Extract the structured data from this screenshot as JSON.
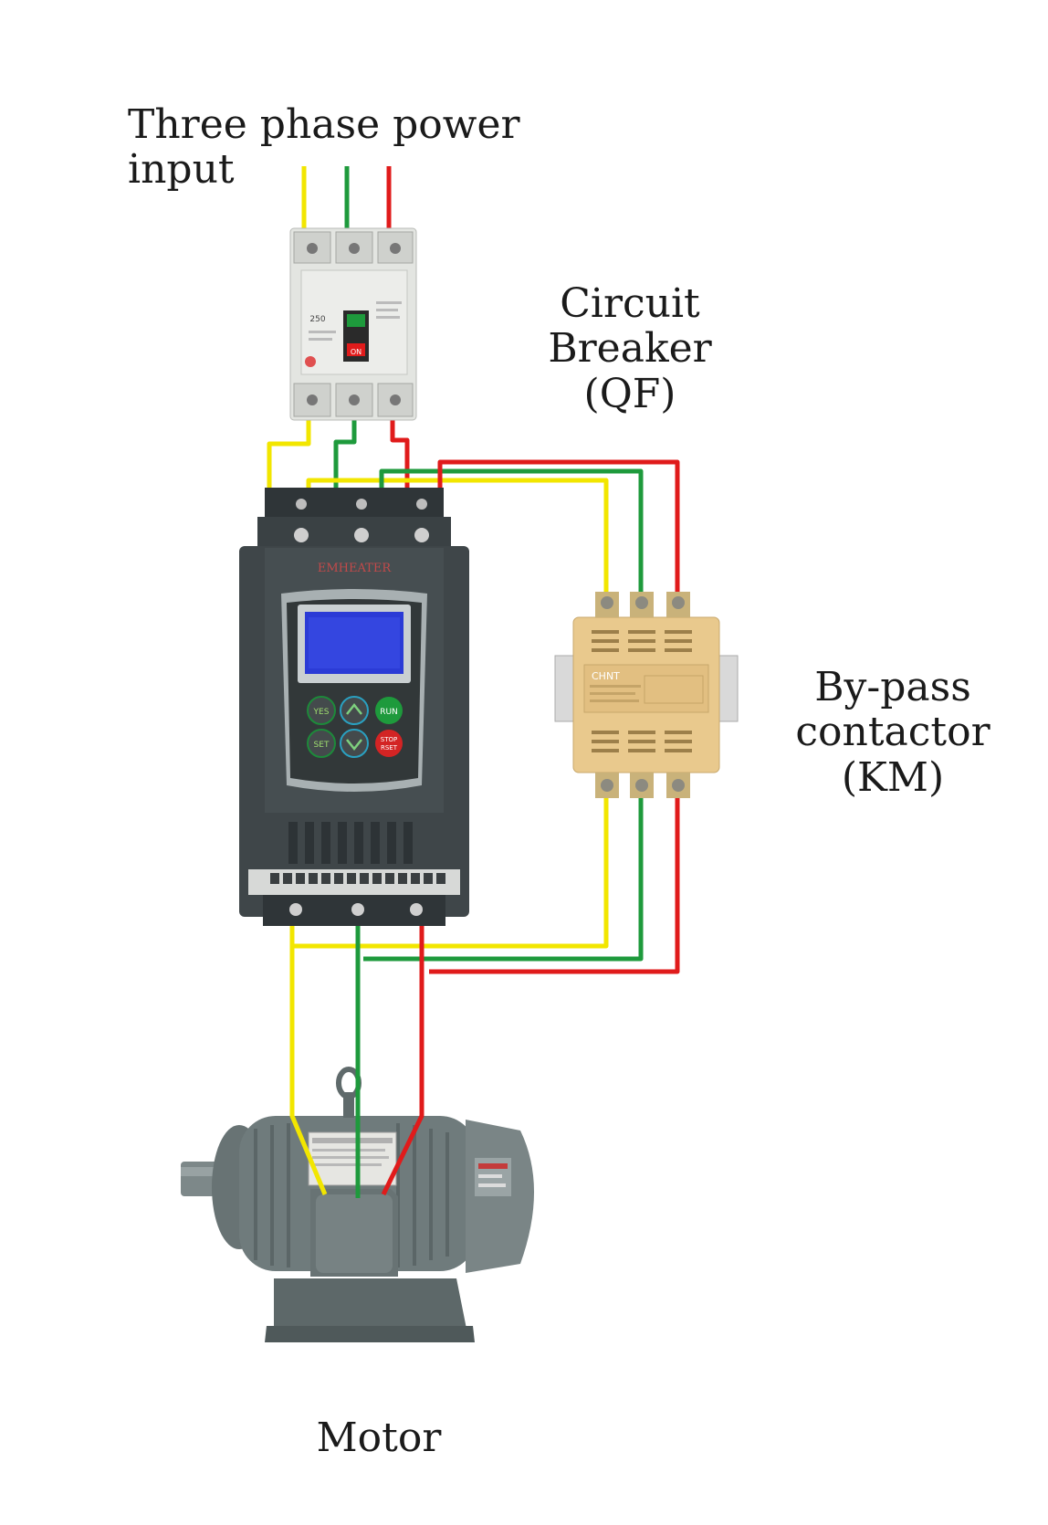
{
  "labels": {
    "title": "Three phase power input",
    "breaker_line1": "Circuit Breaker",
    "breaker_line2": "(QF)",
    "contactor_line1": "By-pass",
    "contactor_line2": "contactor",
    "contactor_line3": "(KM)",
    "motor": "Motor"
  },
  "device_text": {
    "starter_brand": "EMHEATER",
    "key_yes": "YES",
    "key_run": "RUN",
    "key_set": "SET",
    "key_stop_1": "STOP",
    "key_stop_2": "RSET",
    "breaker_rating": "250",
    "breaker_on": "ON",
    "contactor_brand": "CHNT"
  },
  "colors": {
    "phase_yellow": "#f2e600",
    "phase_green": "#1e9a3c",
    "phase_red": "#e01b1b",
    "starter_body": "#3f4649",
    "display_blue": "#2b3bd6",
    "contactor_body": "#e9c98d",
    "motor_body": "#6f7b7c"
  }
}
